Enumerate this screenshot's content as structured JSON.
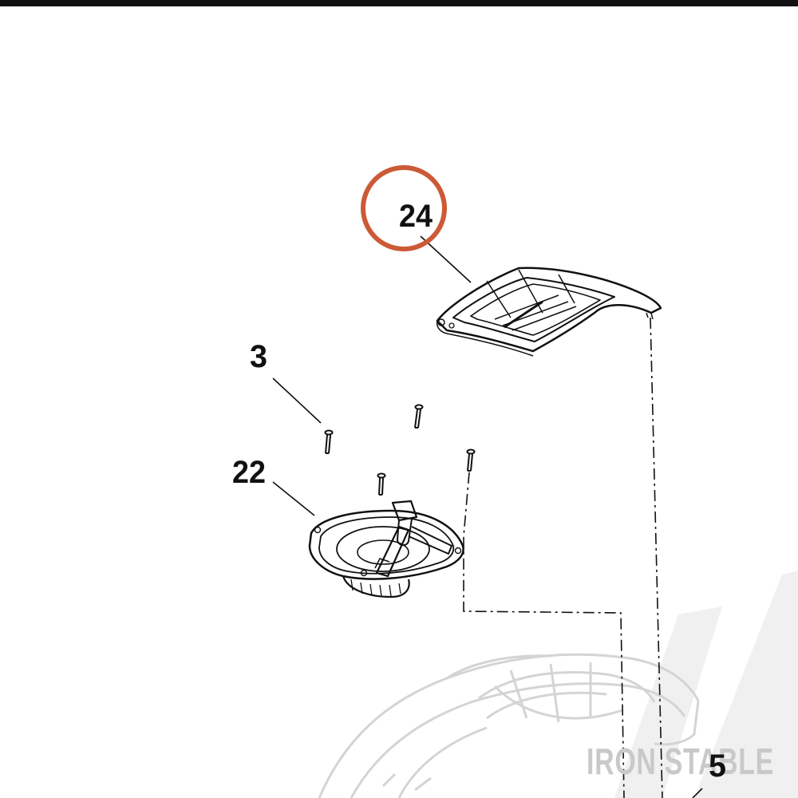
{
  "callouts": {
    "c24": "24",
    "c3": "3",
    "c22": "22",
    "c5": "5"
  },
  "watermark": "IRON STABLE",
  "colors": {
    "highlight_ring": "#cc5a36",
    "line": "#111111",
    "ghost": "#d4d4d4",
    "watermark": "#c9c9c9"
  }
}
